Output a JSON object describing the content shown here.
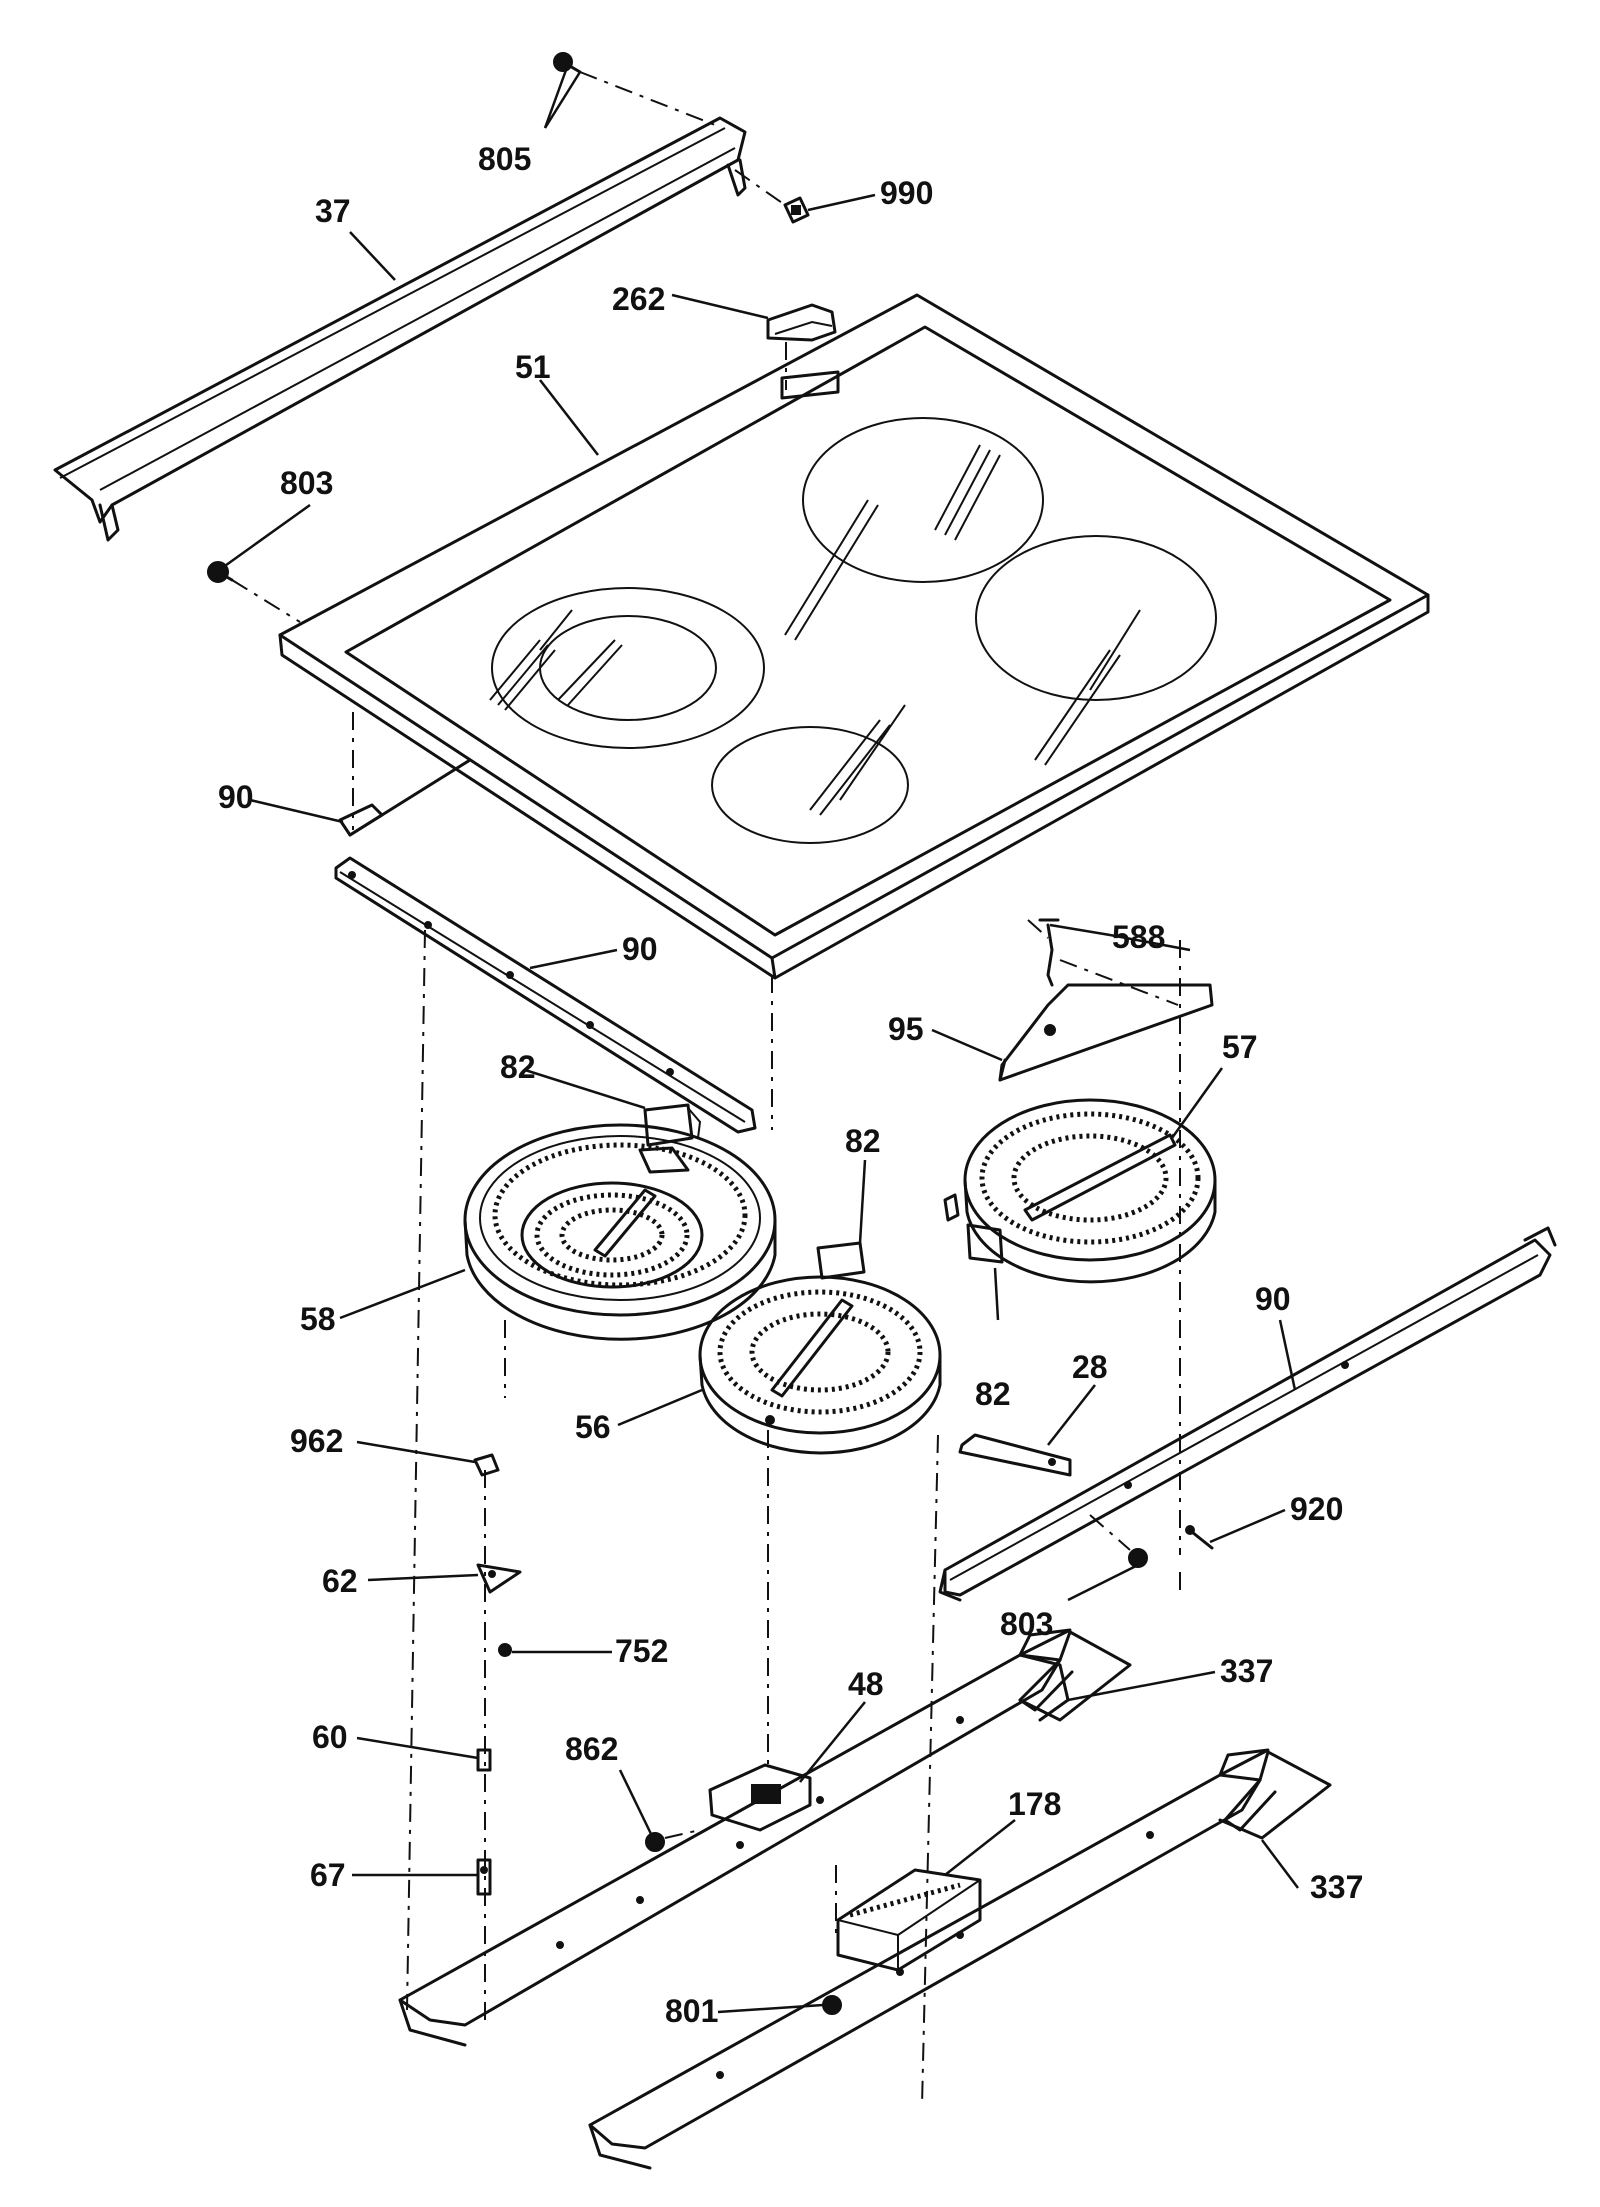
{
  "diagram": {
    "callouts": [
      {
        "id": "c805",
        "text": "805"
      },
      {
        "id": "c990",
        "text": "990"
      },
      {
        "id": "c37",
        "text": "37"
      },
      {
        "id": "c262",
        "text": "262"
      },
      {
        "id": "c51",
        "text": "51"
      },
      {
        "id": "c803a",
        "text": "803"
      },
      {
        "id": "c90a",
        "text": "90"
      },
      {
        "id": "c90b",
        "text": "90"
      },
      {
        "id": "c588",
        "text": "588"
      },
      {
        "id": "c95",
        "text": "95"
      },
      {
        "id": "c57",
        "text": "57"
      },
      {
        "id": "c82a",
        "text": "82"
      },
      {
        "id": "c82b",
        "text": "82"
      },
      {
        "id": "c82c",
        "text": "82"
      },
      {
        "id": "c58",
        "text": "58"
      },
      {
        "id": "c56",
        "text": "56"
      },
      {
        "id": "c90c",
        "text": "90"
      },
      {
        "id": "c28",
        "text": "28"
      },
      {
        "id": "c962",
        "text": "962"
      },
      {
        "id": "c920",
        "text": "920"
      },
      {
        "id": "c62",
        "text": "62"
      },
      {
        "id": "c803b",
        "text": "803"
      },
      {
        "id": "c752",
        "text": "752"
      },
      {
        "id": "c48",
        "text": "48"
      },
      {
        "id": "c337a",
        "text": "337"
      },
      {
        "id": "c60",
        "text": "60"
      },
      {
        "id": "c862",
        "text": "862"
      },
      {
        "id": "c178",
        "text": "178"
      },
      {
        "id": "c67",
        "text": "67"
      },
      {
        "id": "c337b",
        "text": "337"
      },
      {
        "id": "c801",
        "text": "801"
      }
    ]
  }
}
